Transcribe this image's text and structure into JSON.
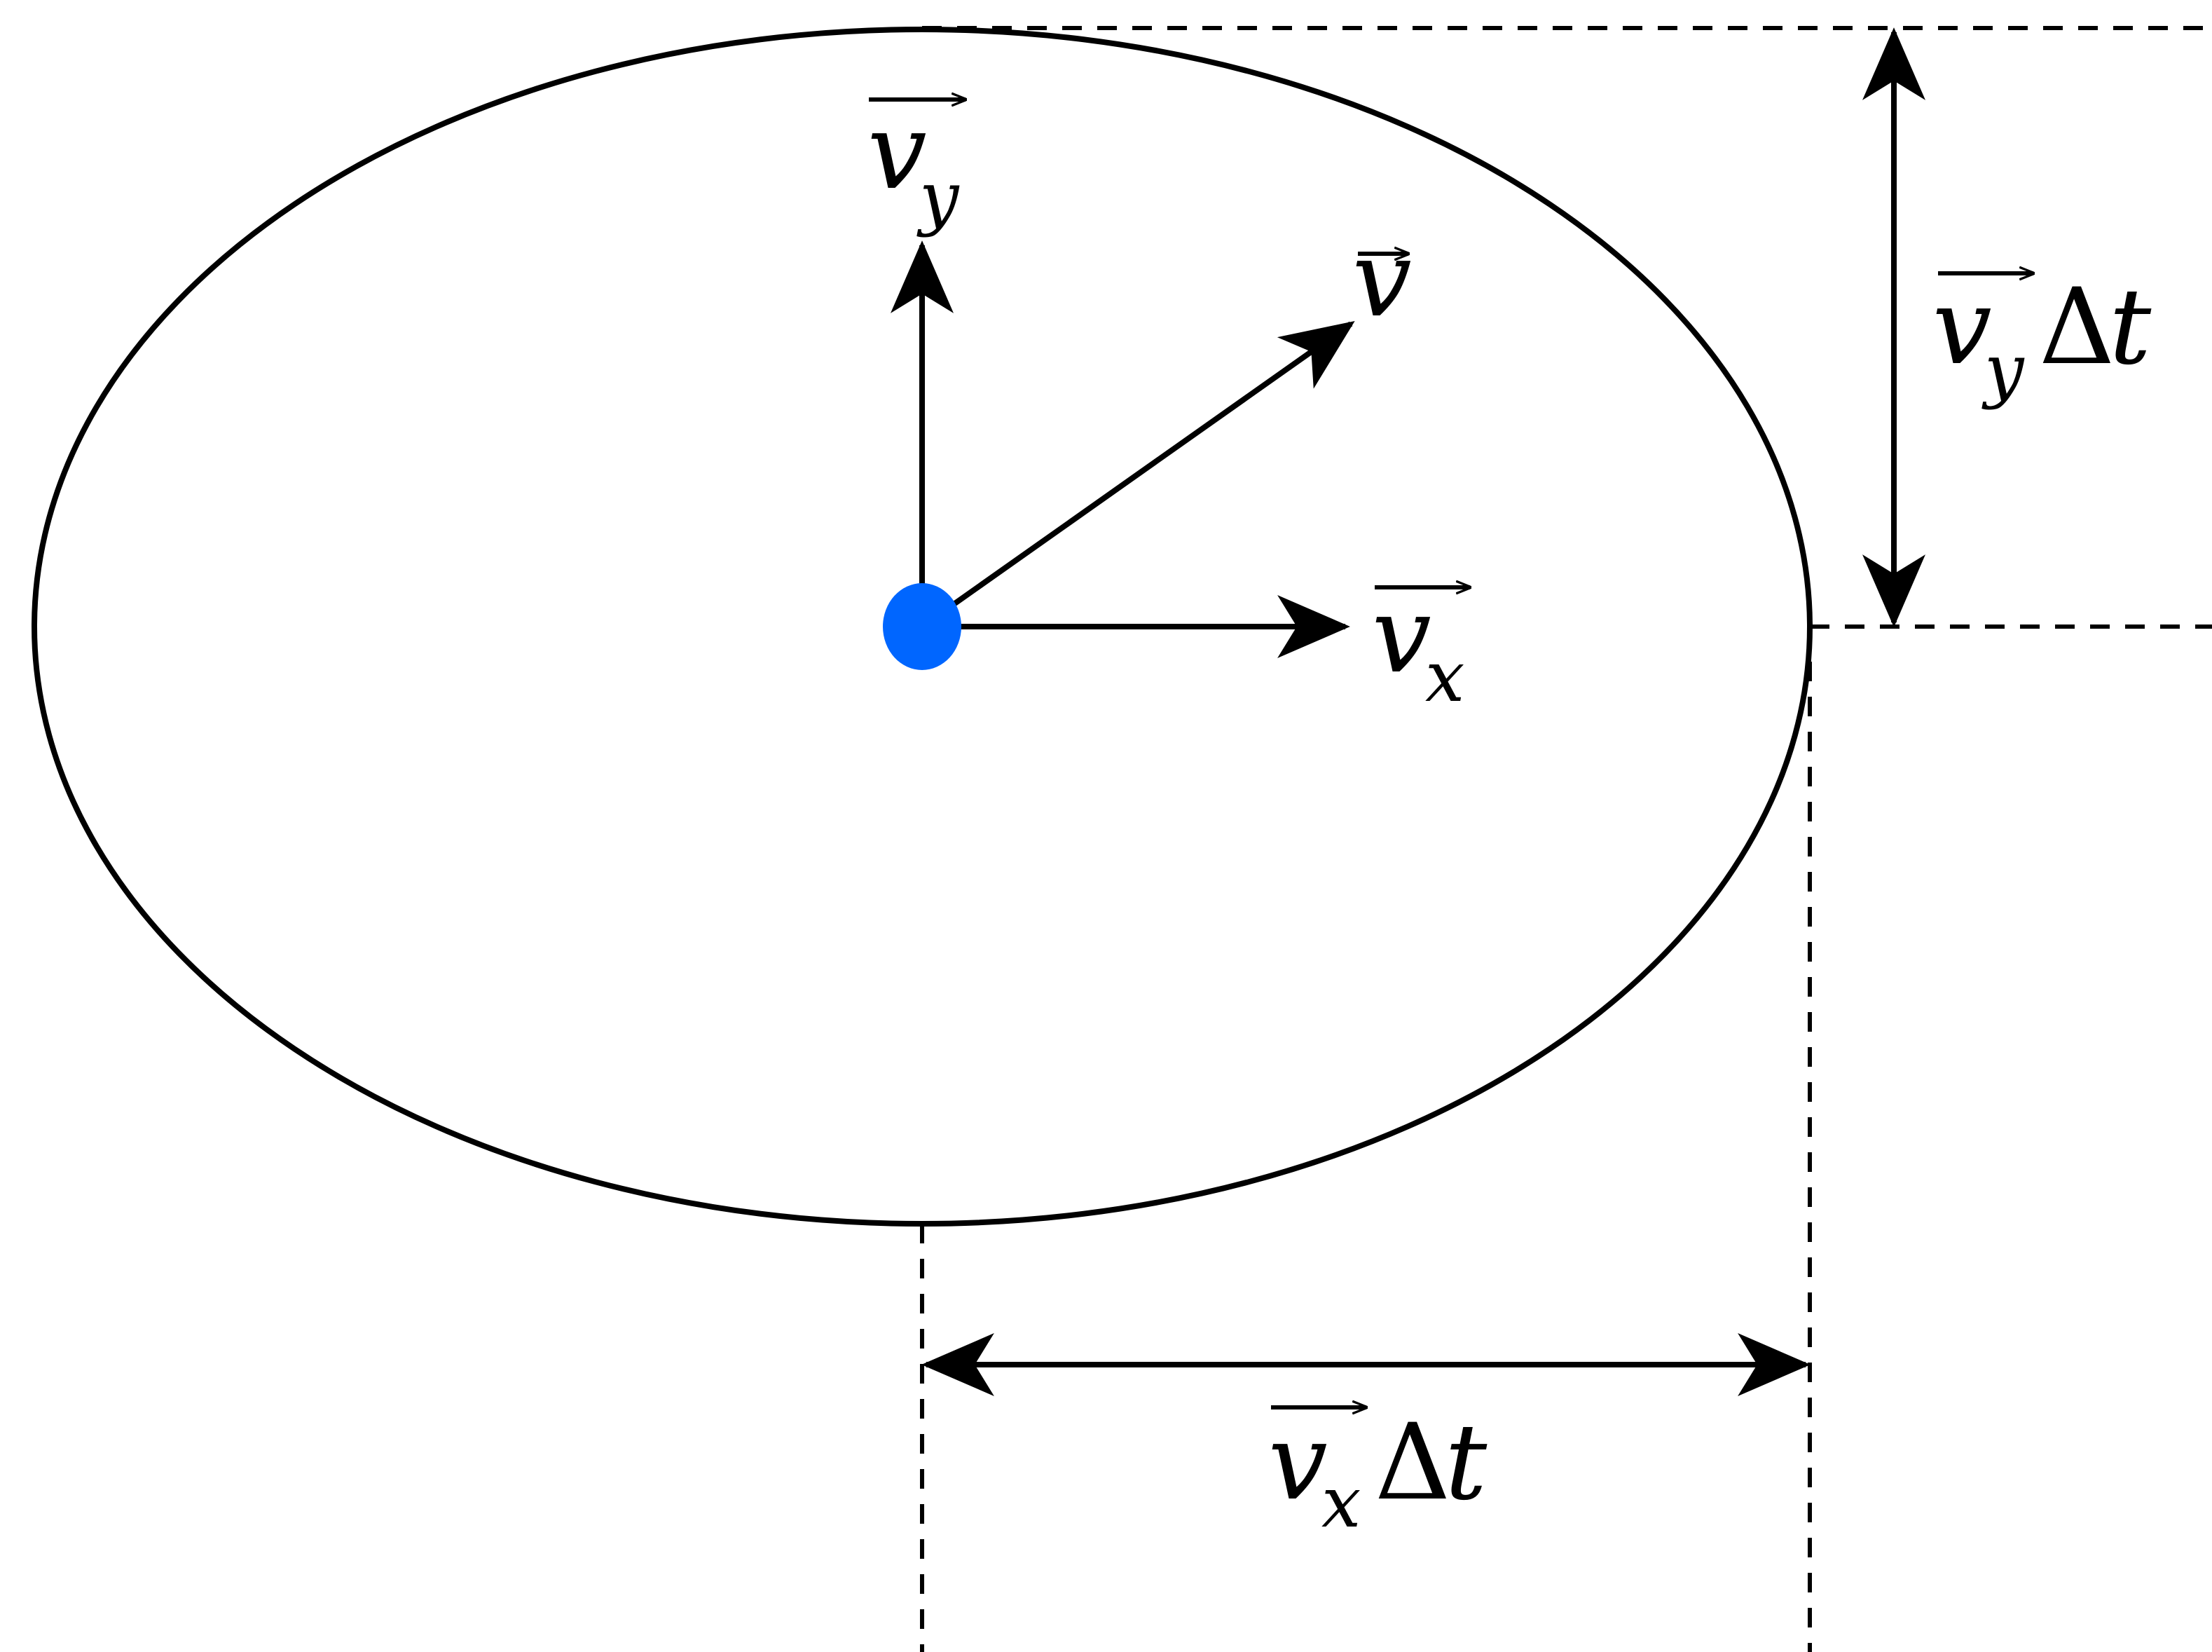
{
  "diagram": {
    "colors": {
      "line": "#000000",
      "particle": "#0066ff",
      "background": "#ffffff"
    },
    "labels": {
      "vy": {
        "base": "v",
        "sub": "y"
      },
      "v": {
        "base": "v"
      },
      "vx": {
        "base": "v",
        "sub": "x"
      },
      "vy_dt": {
        "base": "v",
        "sub": "y",
        "delta": "Δ",
        "t": "t"
      },
      "vx_dt": {
        "base": "v",
        "sub": "x",
        "delta": "Δ",
        "t": "t"
      }
    },
    "icons": {
      "vector_mark": "right-arrow-overline",
      "dimension_arrow": "double-headed-arrow"
    }
  }
}
